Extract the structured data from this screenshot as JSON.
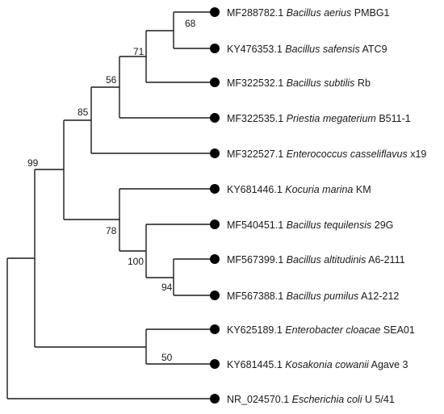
{
  "tree": {
    "leaves": [
      {
        "accession": "MF288782.1",
        "species": "Bacillus aerius",
        "strain": "PMBG1"
      },
      {
        "accession": "KY476353.1",
        "species": "Bacillus safensis",
        "strain": "ATC9"
      },
      {
        "accession": "MF322532.1",
        "species": "Bacillus subtilis",
        "strain": "Rb"
      },
      {
        "accession": "MF322535.1",
        "species": "Priestia megaterium",
        "strain": "B511-1"
      },
      {
        "accession": "MF322527.1",
        "species": "Enterococcus casseliflavus",
        "strain": "x19"
      },
      {
        "accession": "KY681446.1",
        "species": "Kocuria marina",
        "strain": "KM"
      },
      {
        "accession": "MF540451.1",
        "species": "Bacillus tequilensis",
        "strain": "29G"
      },
      {
        "accession": "MF567399.1",
        "species": "Bacillus altitudinis",
        "strain": "A6-2111"
      },
      {
        "accession": "MF567388.1",
        "species": "Bacillus pumilus",
        "strain": "A12-212"
      },
      {
        "accession": "KY625189.1",
        "species": "Enterobacter cloacae",
        "strain": "SEA01"
      },
      {
        "accession": "KY681445.1",
        "species": "Kosakonia cowanii",
        "strain": "Agave 3"
      },
      {
        "accession": "NR_024570.1",
        "species": "Escherichia coli",
        "strain": "U 5/41"
      }
    ],
    "bootstrap": [
      "68",
      "71",
      "56",
      "85",
      "99",
      "78",
      "100",
      "94",
      "50"
    ]
  }
}
